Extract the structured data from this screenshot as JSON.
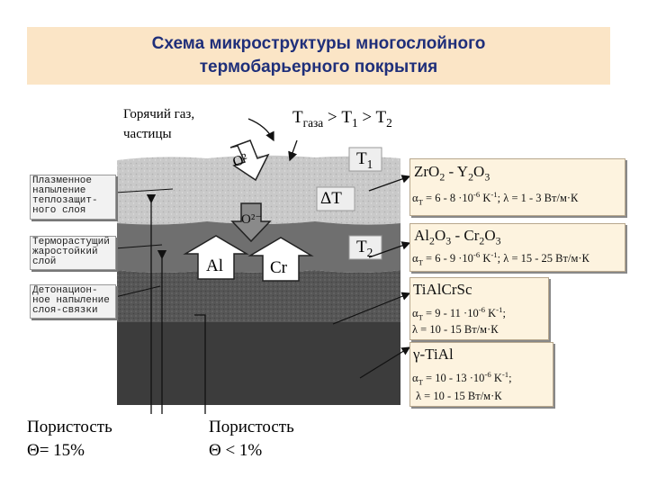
{
  "title": {
    "line1": "Схема микроструктуры многослойного",
    "line2": "термобарьерного покрытия"
  },
  "hot_gas": {
    "line1": "Горячий газ,",
    "line2": "частицы"
  },
  "temperature_relation": {
    "t_main": "T",
    "t_sub": "газа",
    "rest": " > T",
    "one": "1",
    "gt": " > T",
    "two": "2"
  },
  "layer_labels": {
    "plasma": [
      "Плазменное",
      "напыление",
      "теплозащит-",
      "ного слоя"
    ],
    "growing": [
      "Терморастущий",
      "жаростойкий",
      "слой"
    ],
    "detonation": [
      "Детонацион-",
      "ное напыление",
      "слоя-связки"
    ]
  },
  "oxygen_top": "O²",
  "oxygen_mid": "O²⁻",
  "t1": {
    "letter": "T",
    "sub": "1"
  },
  "delta_t": "ΔT",
  "t2": {
    "letter": "T",
    "sub": "2"
  },
  "al_label": "Al",
  "cr_label": "Cr",
  "porosity_left": {
    "line1": "Пористость",
    "line2": "Θ= 15%"
  },
  "porosity_right": {
    "line1": "Пористость",
    "line2": "Θ < 1%"
  },
  "materials": {
    "zro2": {
      "name": [
        "Zr",
        "O",
        "2",
        " - Y",
        "2",
        "O",
        "3"
      ],
      "props": [
        "α",
        "T",
        " = 6 - 8 ·10",
        "-6",
        " K",
        "-1",
        "; λ = 1 - 3 Вт/м·К"
      ]
    },
    "al2o3": {
      "name": [
        "Al",
        "2",
        "O",
        "3",
        " - Cr",
        "2",
        "O",
        "3"
      ],
      "props": [
        "α",
        "T",
        " = 6 - 9 ·10",
        "-6",
        " K",
        "-1",
        "; λ = 15 - 25 Вт/м·К"
      ]
    },
    "tialcrsc": {
      "name": "TiAlCrSc",
      "props_line1": [
        "α",
        "T",
        " = 9 - 11 ·10",
        "-6",
        " K",
        "-1",
        ";"
      ],
      "props_line2": "λ = 10 - 15 Вт/м·К"
    },
    "gamma_tial": {
      "name": "γ-TiAl",
      "props_line1": [
        "α",
        "T",
        " = 10 - 13 ·10",
        "-6",
        " K",
        "-1",
        ";"
      ],
      "props_line2": "λ = 10 - 15 Вт/м·К"
    }
  },
  "colors": {
    "title_bg": "#fbe5c6",
    "title_text": "#1f2f7a",
    "prop_bg": "#fdf3df",
    "top_layer": "#c9c9c9",
    "mid_layer": "#6f6f6f",
    "bond_layer": "#555555",
    "substrate": "#3c3c3c"
  }
}
